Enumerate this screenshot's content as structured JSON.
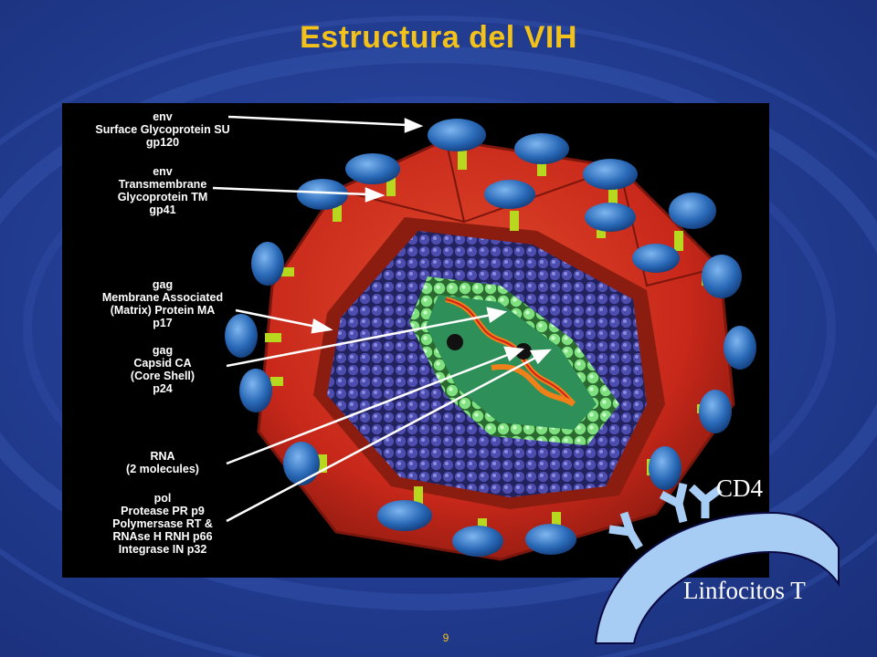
{
  "slide": {
    "title": "Estructura del VIH",
    "page_number": "9"
  },
  "labels": [
    {
      "lines": [
        "env",
        "Surface Glycoprotein SU",
        "gp120"
      ]
    },
    {
      "lines": [
        "env",
        "Transmembrane",
        "Glycoprotein TM",
        "gp41"
      ]
    },
    {
      "lines": [
        "gag",
        "Membrane Associated",
        "(Matrix) Protein MA",
        "p17"
      ]
    },
    {
      "lines": [
        "gag",
        "Capsid CA",
        "(Core Shell)",
        "p24"
      ]
    },
    {
      "lines": [
        "RNA",
        "(2 molecules)"
      ]
    },
    {
      "lines": [
        "pol",
        "Protease PR p9",
        "Polymersase RT &",
        "RNAse H RNH p66",
        "Integrase IN p32"
      ]
    }
  ],
  "overlay": {
    "receptor_label": "CD4",
    "cell_label": "Linfocitos T"
  },
  "colors": {
    "title": "#f2c21a",
    "background": "#233e93",
    "envelope": "#c8281a",
    "matrix": "#3a3a8f",
    "capsid": "#7fe07f",
    "spike_head": "#2a6ab8",
    "cell": "#a8cdf5"
  }
}
